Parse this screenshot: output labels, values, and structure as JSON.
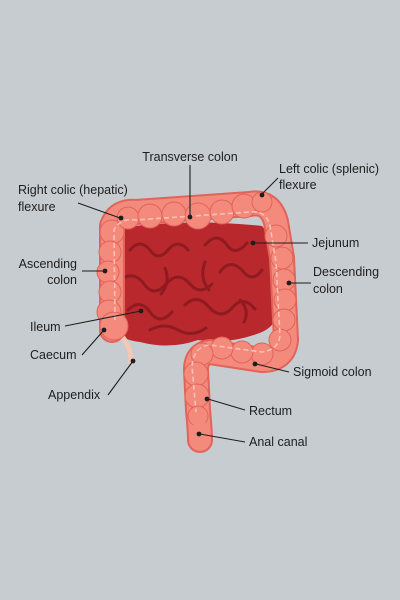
{
  "colors": {
    "background": "#c7ccd0",
    "colon_fill": "#f48a7c",
    "colon_shadow": "#e0645a",
    "colon_highlight": "#fbc1b6",
    "small_intestine_fill": "#b9282d",
    "small_intestine_loops": "#8f1b21",
    "appendix": "#f6c7b6",
    "line": "#1e1e1e"
  },
  "labels": {
    "transverse_colon": "Transverse colon",
    "left_colic_1": "Left colic (splenic)",
    "left_colic_2": "flexure",
    "right_colic_1": "Right colic (hepatic)",
    "right_colic_2": "flexure",
    "jejunum": "Jejunum",
    "ascending_1": "Ascending",
    "ascending_2": "colon",
    "descending_1": "Descending",
    "descending_2": "colon",
    "ileum": "Ileum",
    "caecum": "Caecum",
    "sigmoid": "Sigmoid colon",
    "appendix": "Appendix",
    "rectum": "Rectum",
    "anal_canal": "Anal canal"
  }
}
